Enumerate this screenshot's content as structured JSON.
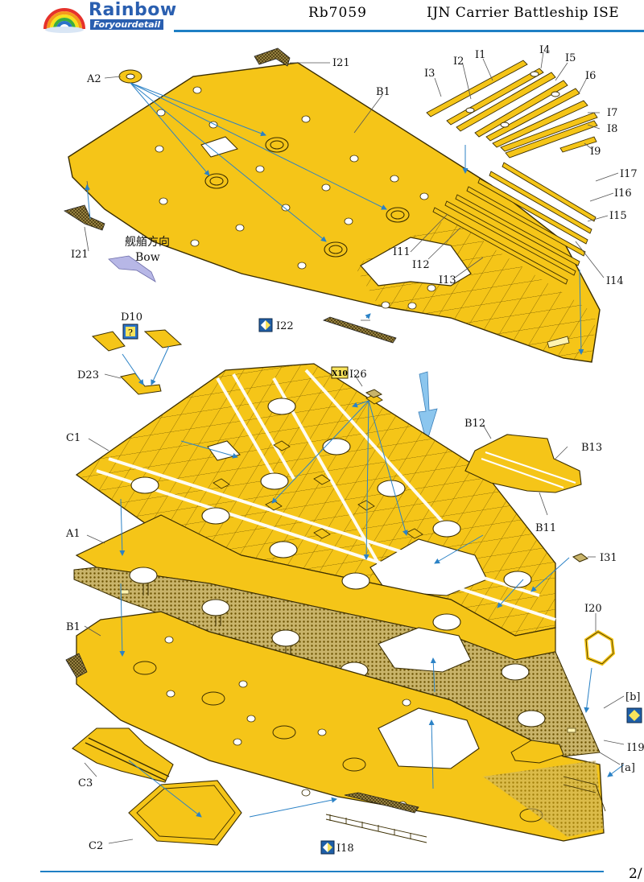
{
  "header": {
    "brand": "Rainbow",
    "tagline": "Foryourdetail",
    "code": "Rb7059",
    "title": "IJN Carrier Battleship ISE"
  },
  "footer": {
    "page": "2/"
  },
  "direction": {
    "cn": "舰艏方向",
    "en": "Bow"
  },
  "badges": {
    "d10": "?",
    "i26_qty": "X10"
  },
  "labels": {
    "A2": "A2",
    "B1_top": "B1",
    "I21_top": "I21",
    "I21_left": "I21",
    "I1": "I1",
    "I2": "I2",
    "I3": "I3",
    "I4": "I4",
    "I5": "I5",
    "I6": "I6",
    "I7": "I7",
    "I8": "I8",
    "I9": "I9",
    "I11": "I11",
    "I12": "I12",
    "I13": "I13",
    "I14": "I14",
    "I15": "I15",
    "I16": "I16",
    "I17": "I17",
    "D10": "D10",
    "D23": "D23",
    "I22": "I22",
    "I26": "I26",
    "C1": "C1",
    "A1": "A1",
    "B1_bottom": "B1",
    "B12": "B12",
    "B13": "B13",
    "B11": "B11",
    "I31": "I31",
    "I20": "I20",
    "b": "[b]",
    "I19": "I19",
    "a": "[a]",
    "C3": "C3",
    "C2": "C2",
    "I18": "I18"
  },
  "colors": {
    "deck": "#f5c518",
    "outline": "#3a2d00",
    "arrow": "#2b82c6",
    "bigArrow": "#8cc6ee",
    "mesh": "#7a6300",
    "bow": "#b7b7e6"
  }
}
